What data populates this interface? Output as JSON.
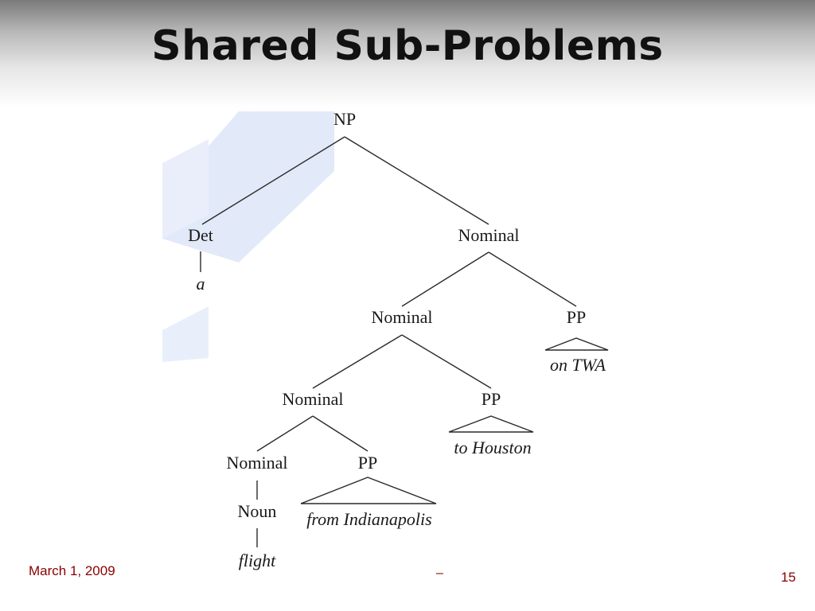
{
  "slide": {
    "title": "Shared Sub-Problems",
    "date": "March 1, 2009",
    "footer_mark": "–",
    "page_number": "15"
  },
  "tree": {
    "nodes": {
      "np": "NP",
      "det": "Det",
      "det_word": "a",
      "nominal_1": "Nominal",
      "nominal_2": "Nominal",
      "nominal_3": "Nominal",
      "nominal_4": "Nominal",
      "pp_1": "PP",
      "pp_2": "PP",
      "pp_3": "PP",
      "noun": "Noun",
      "noun_word": "flight",
      "pp_1_words": "on TWA",
      "pp_2_words": "to Houston",
      "pp_3_words": "from Indianapolis"
    }
  },
  "colors": {
    "footer": "#8b0000",
    "watermark": "#c9d6f3"
  }
}
